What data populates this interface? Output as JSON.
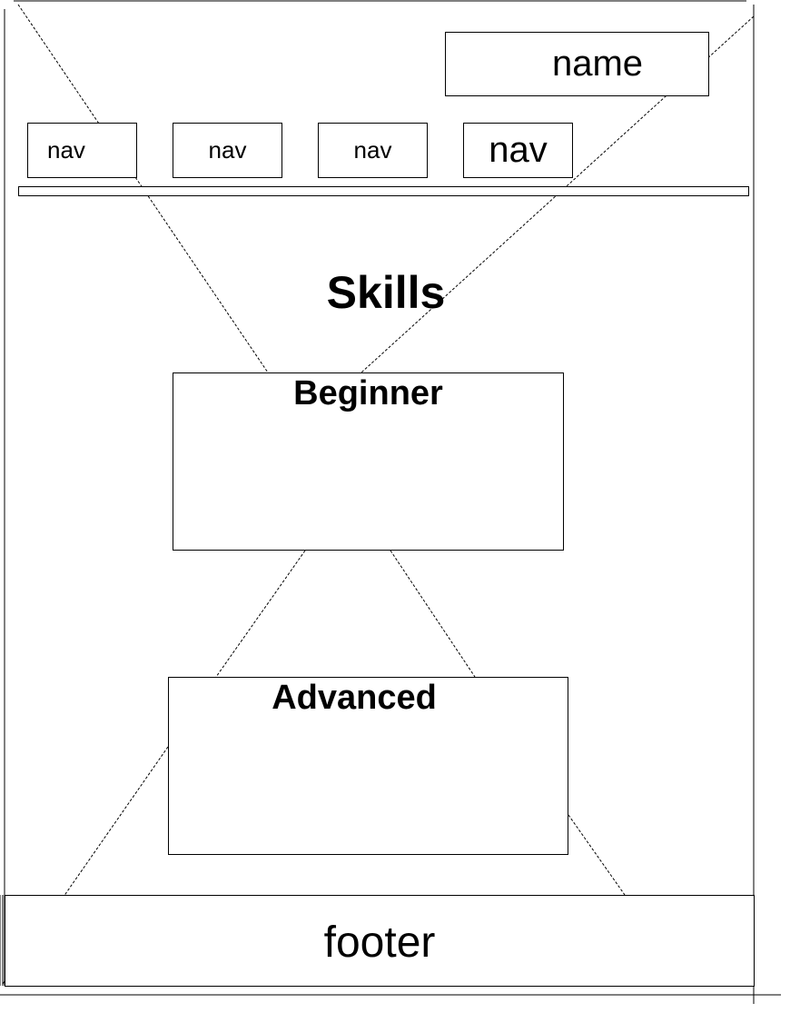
{
  "header": {
    "name_label": "name",
    "nav_items": [
      {
        "label": "nav"
      },
      {
        "label": "nav"
      },
      {
        "label": "nav"
      },
      {
        "label": "nav"
      }
    ]
  },
  "main": {
    "title": "Skills",
    "sections": [
      {
        "label": "Beginner"
      },
      {
        "label": "Advanced"
      }
    ]
  },
  "footer": {
    "label": "footer"
  },
  "colors": {
    "line": "#000000",
    "background": "#ffffff"
  }
}
